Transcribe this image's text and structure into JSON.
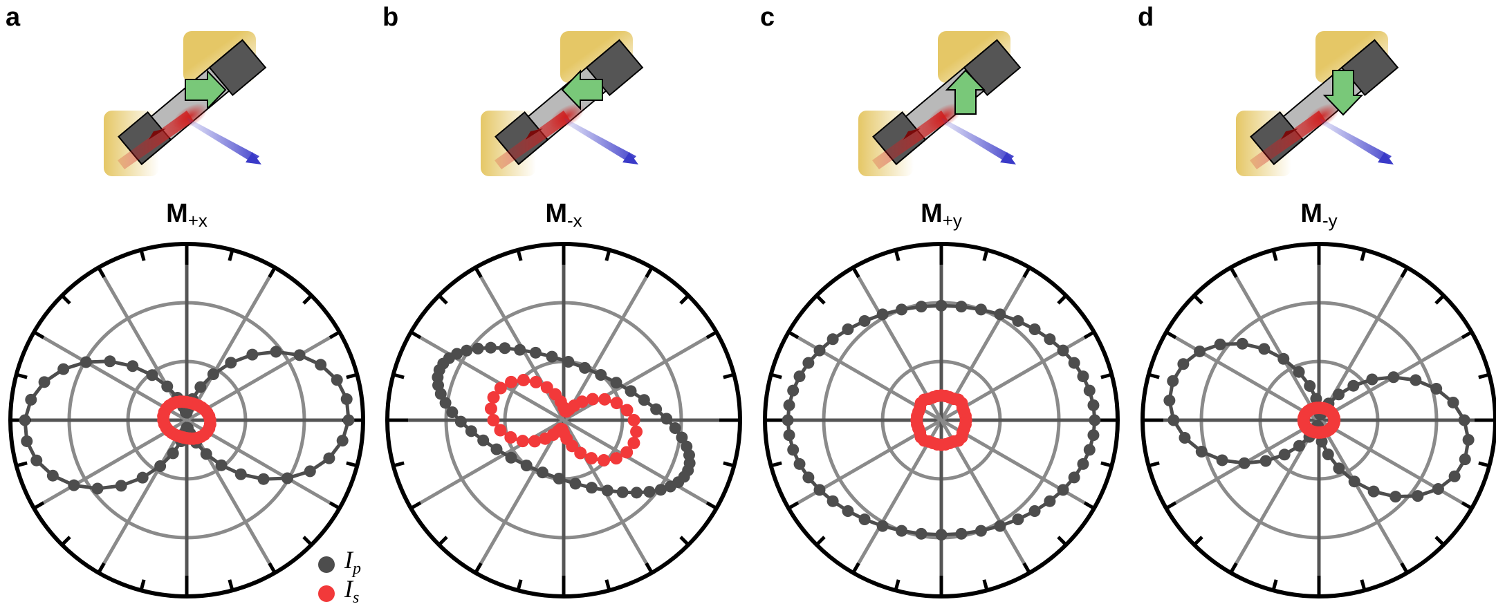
{
  "colors": {
    "ip": "#4d4d4d",
    "is": "#f2393a",
    "grid": "#8a8a8a",
    "frame": "#000000",
    "arrow": "#79c879",
    "contact": "#e5c766",
    "beam_in": "#d01e1e",
    "beam_out": "#3a3ac8"
  },
  "legend": {
    "ip_prefix": "I",
    "ip_sub": "p",
    "is_prefix": "I",
    "is_sub": "s"
  },
  "panels": [
    {
      "letter": "a",
      "title_main": "M",
      "title_sub": "+x",
      "arrow_icon": "arrow-right-icon",
      "show_legend": true
    },
    {
      "letter": "b",
      "title_main": "M",
      "title_sub": "-x",
      "arrow_icon": "arrow-left-icon",
      "show_legend": false
    },
    {
      "letter": "c",
      "title_main": "M",
      "title_sub": "+y",
      "arrow_icon": "arrow-up-icon",
      "show_legend": false
    },
    {
      "letter": "d",
      "title_main": "M",
      "title_sub": "-y",
      "arrow_icon": "arrow-down-icon",
      "show_legend": false
    }
  ],
  "chart_data": [
    {
      "type": "scatter",
      "polar": true,
      "grid": true,
      "legend_placement": "bottom-right",
      "rlim": [
        0,
        1
      ],
      "series": [
        {
          "name": "Ip",
          "shape": "figure-eight",
          "lobe_amplitude": 0.92,
          "lobe_axis_deg": 3,
          "r_floor": 0.04,
          "markers": 48
        },
        {
          "name": "Is",
          "shape": "compact",
          "radius": 0.1,
          "elongation": 0.35,
          "axis_deg": -15,
          "markers": 36
        }
      ]
    },
    {
      "type": "scatter",
      "polar": true,
      "grid": true,
      "rlim": [
        0,
        1
      ],
      "series": [
        {
          "name": "Ip",
          "shape": "ellipse",
          "a": 0.76,
          "b": 0.32,
          "axis_deg": -22,
          "markers": 48
        },
        {
          "name": "Is",
          "shape": "figure-eight",
          "lobe_amplitude": 0.42,
          "lobe_axis_deg": -14,
          "r_floor": 0.05,
          "markers": 40
        }
      ]
    },
    {
      "type": "scatter",
      "polar": true,
      "grid": true,
      "rlim": [
        0,
        1
      ],
      "series": [
        {
          "name": "Ip",
          "shape": "ellipse",
          "a": 0.87,
          "b": 0.65,
          "axis_deg": 0,
          "markers": 48
        },
        {
          "name": "Is",
          "shape": "square",
          "radius": 0.14,
          "markers": 36
        }
      ]
    },
    {
      "type": "scatter",
      "polar": true,
      "grid": true,
      "rlim": [
        0,
        1
      ],
      "series": [
        {
          "name": "Ip",
          "shape": "figure-eight",
          "lobe_amplitude": 0.86,
          "lobe_axis_deg": -12,
          "r_floor": 0.03,
          "markers": 48
        },
        {
          "name": "Is",
          "shape": "compact",
          "radius": 0.07,
          "elongation": 0.25,
          "axis_deg": 0,
          "markers": 36
        }
      ]
    }
  ]
}
